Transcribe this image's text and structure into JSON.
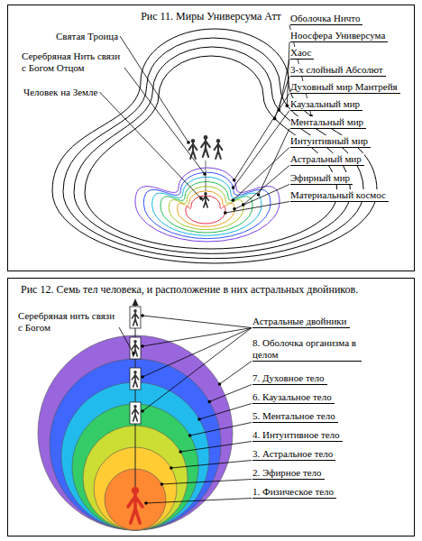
{
  "diagram": {
    "nodes": [
      {
        "text": [
          "Рис 11. Миры Универсума Атт"
        ]
      },
      {
        "text": [
          "Рис 12. Семь тел человека, и расположение в них астральных двойников."
        ]
      }
    ],
    "labels": [
      "Святая Троица",
      "Серебряная Нить связи с Богом Отцом",
      "Человек на Земле",
      "Оболочка Ничто",
      "Ноосфера Универсума",
      "Хаос",
      "3-х слойный Абсолют",
      "Духовный мир Мантрейя",
      "Каузальный мир",
      "Ментальный мир",
      "Интуитивный мир",
      "Астральный мир",
      "Эфирный мир",
      "Материальный космос",
      "Серебряная нить связи с Богом",
      "Астральные двойники",
      "8. Оболочка организма в целом",
      "7. Духовное тело",
      "6. Каузальное тело",
      "5. Ментальное тело",
      "4. Интуитивное тело",
      "3. Астральное тело",
      "2. Эфирное тело",
      "1. Физическое тело"
    ]
  }
}
